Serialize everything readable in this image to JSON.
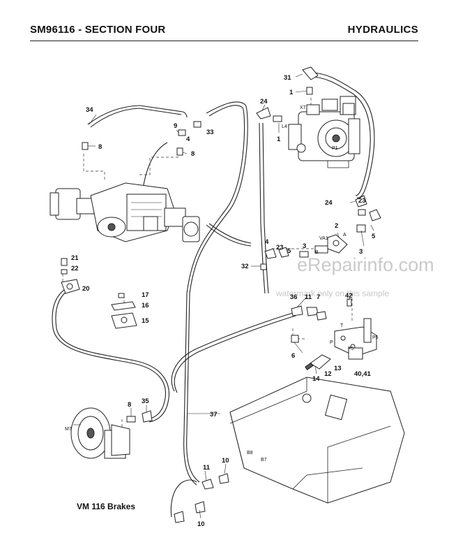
{
  "header": {
    "left_title": "SM96116 - SECTION FOUR",
    "right_title": "HYDRAULICS"
  },
  "caption": "VM 116 Brakes",
  "watermark": {
    "main": "eRepairinfo.com",
    "sub": "watermark only on this sample"
  },
  "component_tags": {
    "pump_x7": "X7",
    "pump_p1": "P1",
    "pump_l4": "L4",
    "valve_va1": "VA1",
    "valve_a": "A",
    "valve_b": "B",
    "block_t": "T",
    "block_p": "P",
    "block_p5_right": "P5",
    "block_p5_face": "P5",
    "motor_m7": "M7",
    "tank_b8": "B8",
    "tank_b7": "B7"
  },
  "callouts": {
    "c31": "31",
    "c1_top": "1",
    "c24_top": "24",
    "c1_mid": "1",
    "c34": "34",
    "c8_a": "8",
    "c9": "9",
    "c4_a": "4",
    "c33": "33",
    "c8_b": "8",
    "c24_right": "24",
    "c23_right": "23",
    "c2": "2",
    "c5_right": "5",
    "c3_right": "3",
    "c4_b": "4",
    "c23_mid": "23",
    "c5_mid": "5",
    "c3_mid": "3",
    "c32": "32",
    "c21": "21",
    "c22": "22",
    "c20": "20",
    "c17": "17",
    "c16": "16",
    "c15": "15",
    "c36": "36",
    "c11_a": "11",
    "c7": "7",
    "c42": "42",
    "c6": "6",
    "c14": "14",
    "c12": "12",
    "c13": "13",
    "c40_41": "40,41",
    "c8_c": "8",
    "c35": "35",
    "c37": "37",
    "c11_b": "11",
    "c10_a": "10",
    "c10_b": "10"
  },
  "colors": {
    "line": "#222222",
    "watermark": "#b9b9b9",
    "background": "#ffffff"
  }
}
